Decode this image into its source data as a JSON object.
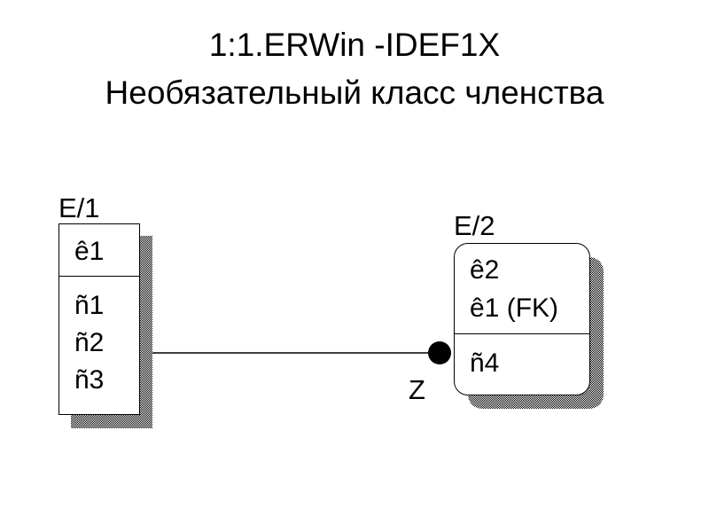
{
  "title": {
    "line1": "1:1.ERWin -IDEF1X",
    "line2": "Необязательный класс членства"
  },
  "entities": [
    {
      "name": "E/1",
      "key_attributes": [
        "ê1"
      ],
      "non_key_attributes": [
        "ñ1",
        "ñ2",
        "ñ3"
      ]
    },
    {
      "name": "E/2",
      "key_attributes": [
        "ê2",
        "ê1 (FK)"
      ],
      "non_key_attributes": [
        "ñ4"
      ]
    }
  ],
  "relationship": {
    "cardinality_label": "Z"
  }
}
